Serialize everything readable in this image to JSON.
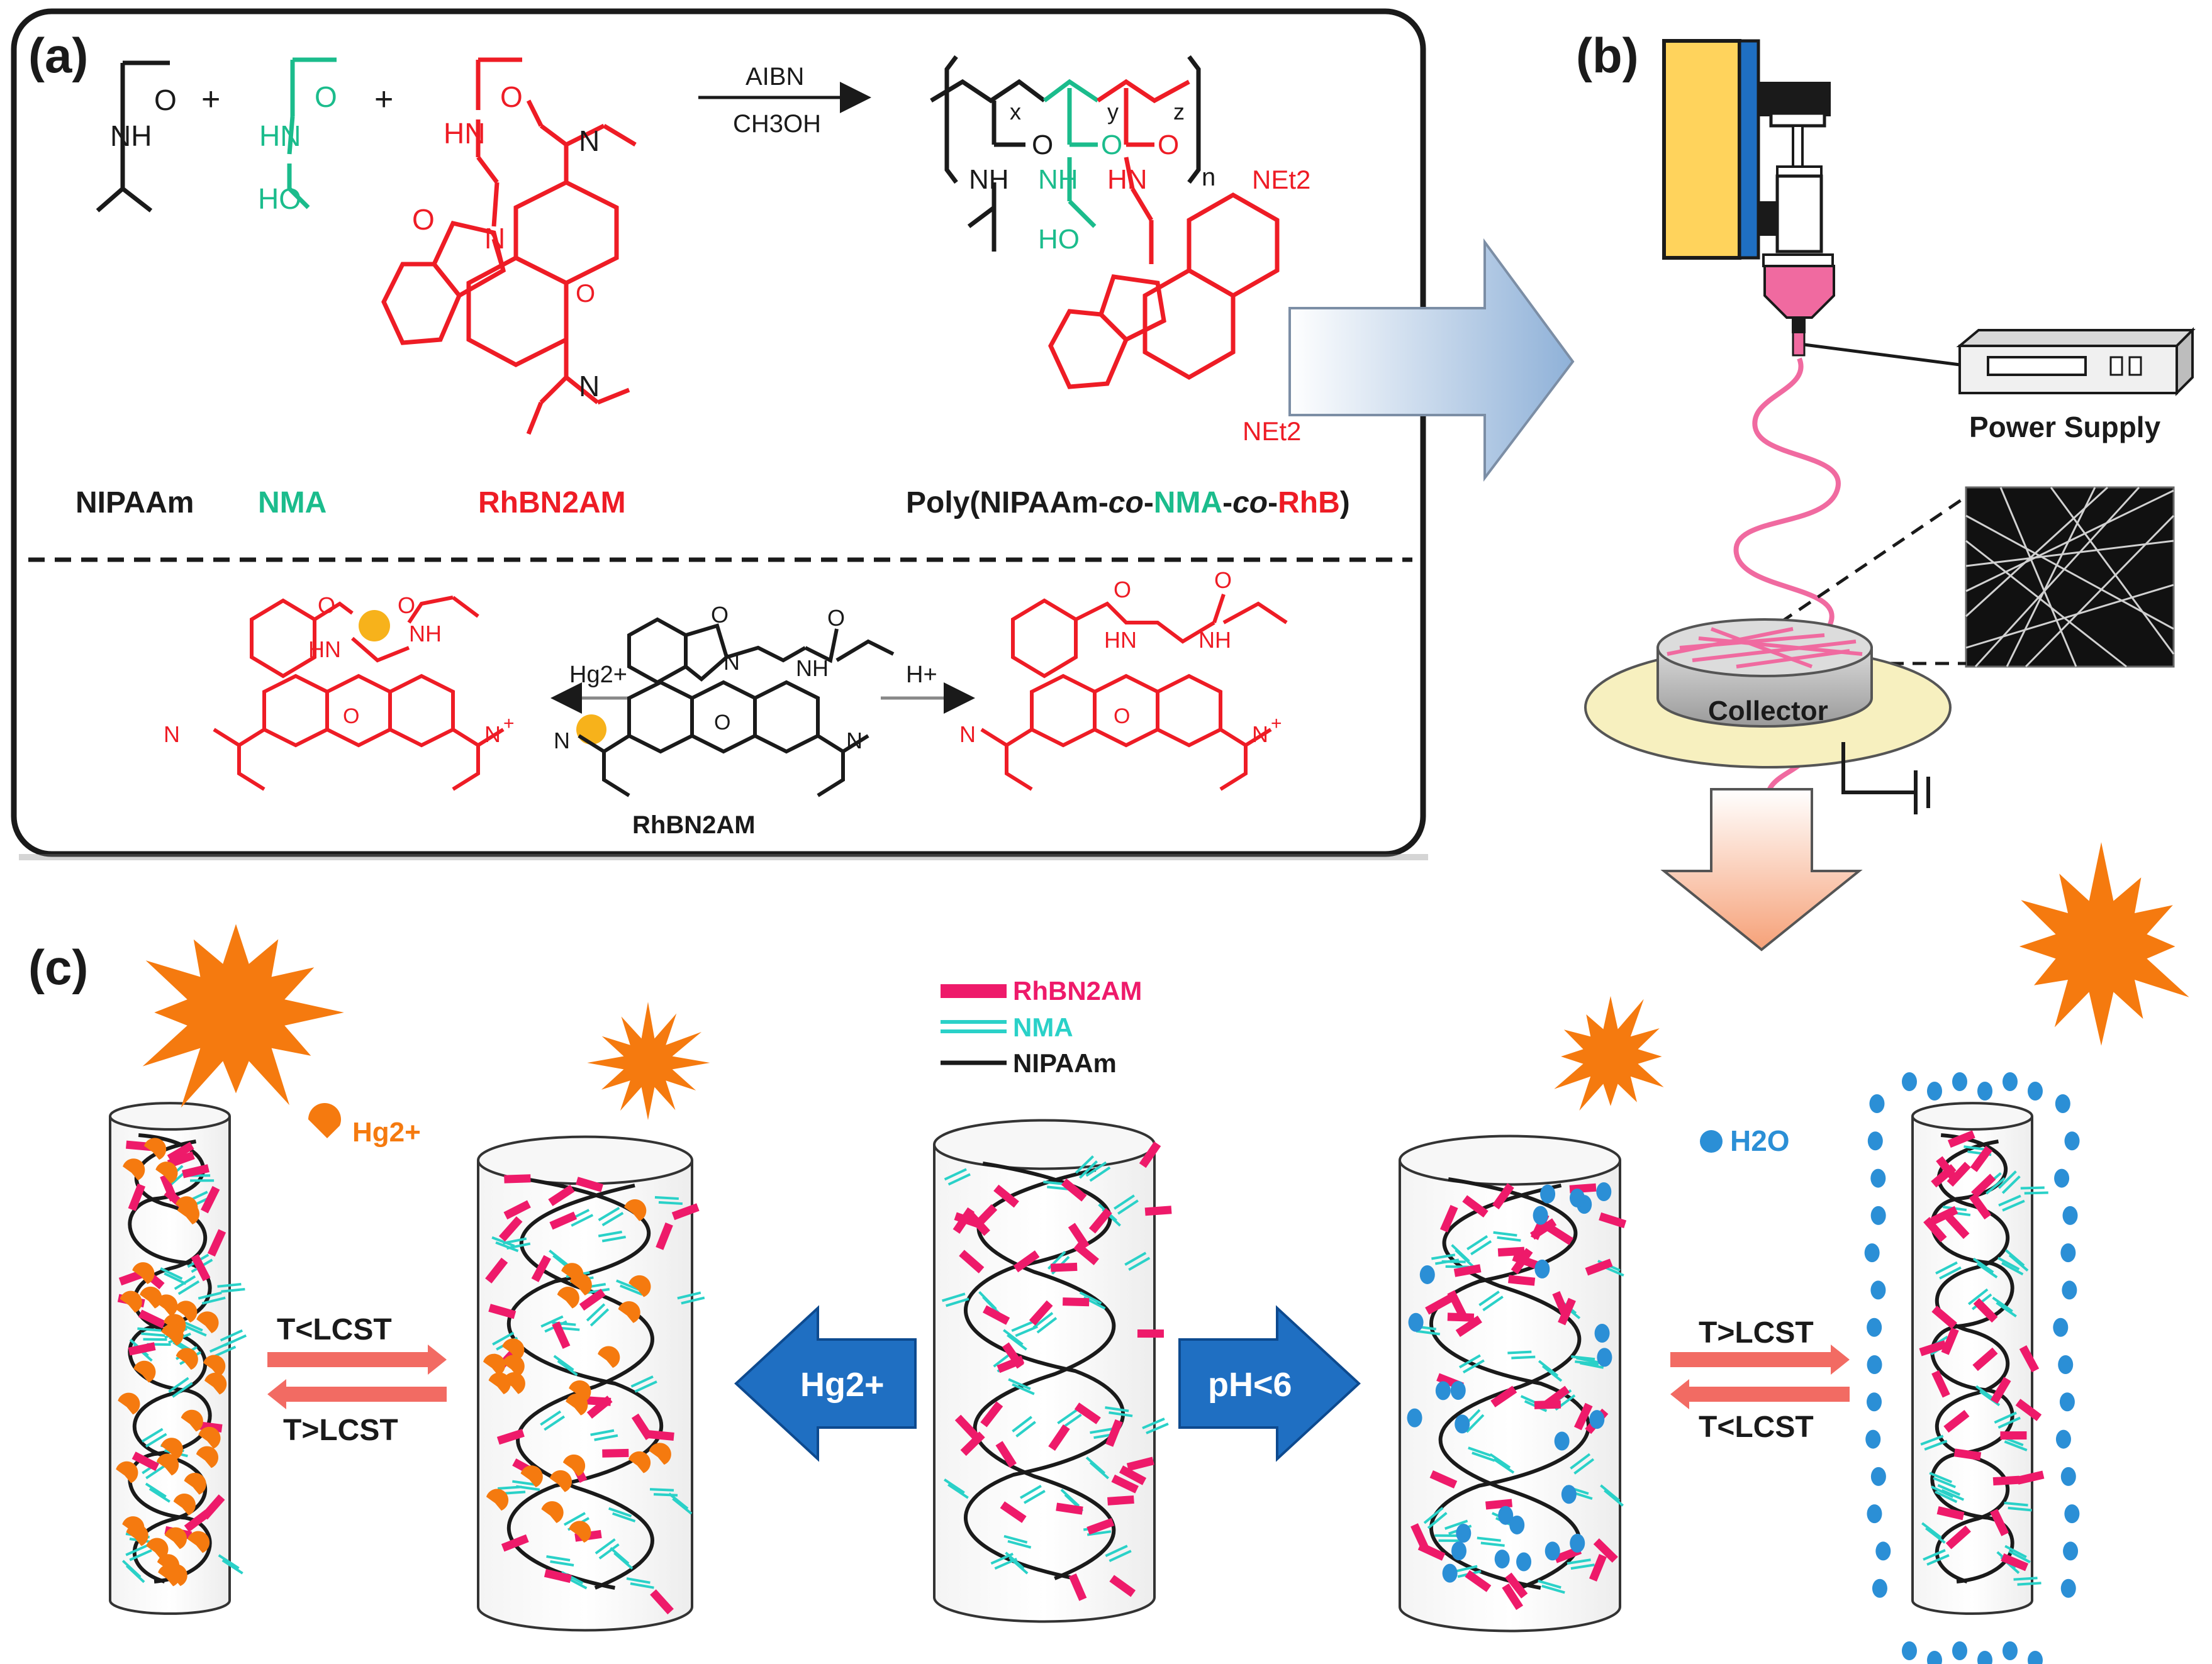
{
  "colors": {
    "black": "#1a1a1a",
    "red": "#ee1c25",
    "green": "#1bbc8c",
    "pink": "#ee1a6a",
    "cyan": "#2ad1c8",
    "orange": "#f57a0f",
    "blue": "#1f6fc2",
    "water": "#2b8fd6",
    "hg_dot": "#f7b21b"
  },
  "panel_a": {
    "label": "(a)",
    "reagent_top": "AIBN",
    "reagent_bottom": "CH3OH",
    "monomers": [
      "NIPAAm",
      "NMA",
      "RhBN2AM"
    ],
    "polymer_prefix": "Poly(NIPAAm-",
    "polymer_co1": "co",
    "polymer_nma": "NMA",
    "polymer_co2": "co",
    "polymer_rhb": "RhB",
    "polymer_suffix": ")",
    "subscript_x": "x",
    "subscript_y": "y",
    "subscript_z": "z",
    "subscript_n": "n",
    "net2": "NEt2",
    "atoms": {
      "o": "O",
      "nh": "NH",
      "hn": "HN",
      "ho": "HO",
      "n": "N",
      "h": "H",
      "plus": "+"
    },
    "hg_reaction": "Hg2+",
    "h_reaction": "H+",
    "center_label": "RhBN2AM"
  },
  "panel_b": {
    "label": "(b)",
    "power_supply": "Power Supply",
    "collector": "Collector"
  },
  "panel_c": {
    "label": "(c)",
    "legend": [
      {
        "label": "RhBN2AM",
        "color": "#ee1a6a"
      },
      {
        "label": "NMA",
        "color": "#2ad1c8"
      },
      {
        "label": "NIPAAm",
        "color": "#1a1a1a"
      }
    ],
    "hg_ion": "Hg2+",
    "water": "H2O",
    "left_arrow_top": "T<LCST",
    "left_arrow_bottom": "T>LCST",
    "right_arrow_top": "T>LCST",
    "right_arrow_bottom": "T<LCST",
    "hg_arrow": "Hg2+",
    "ph_arrow": "pH<6"
  }
}
